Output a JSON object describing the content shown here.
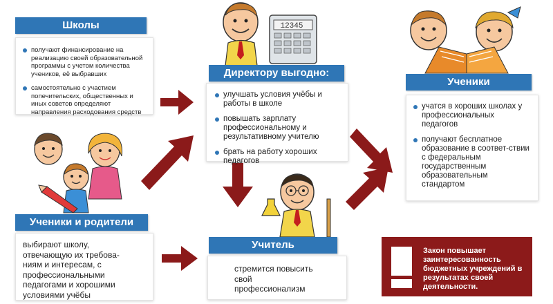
{
  "schools": {
    "title": "Школы",
    "items": [
      "получают финансирование на реализацию своей образовательной программы с учетом количества учеников, её выбравших",
      "самостоятельно с участием попечительских, общественных и иных советов определяют направления расходования средств"
    ]
  },
  "director": {
    "title": "Директору выгодно:",
    "items": [
      "улучшать условия учёбы и работы в школе",
      "повышать зарплату профессиональному и результативному учителю",
      "брать на работу хороших педагогов"
    ]
  },
  "students": {
    "title": "Ученики",
    "items": [
      "учатся в хороших школах у профессиональных педагогов",
      "получают бесплатное образование в соответ-ствии с федеральным государственным образовательным стандартом"
    ]
  },
  "parents": {
    "title": "Ученики и родители",
    "text": "выбирают школу, отвечающую их требова-ниям и интересам, с профессиональными педагогами и хорошими условиями учёбы"
  },
  "teacher": {
    "title": "Учитель",
    "text": "стремится повысить свой профессионализм"
  },
  "warning": {
    "symbol": "!",
    "text": "Закон повышает заинтересованность бюджетных учреждений в результатах своей деятельности."
  },
  "calculator_display": "12345",
  "colors": {
    "header_blue": "#2f76b6",
    "arrow_red": "#8b1a1a",
    "warning_bg": "#8c1a1a"
  }
}
